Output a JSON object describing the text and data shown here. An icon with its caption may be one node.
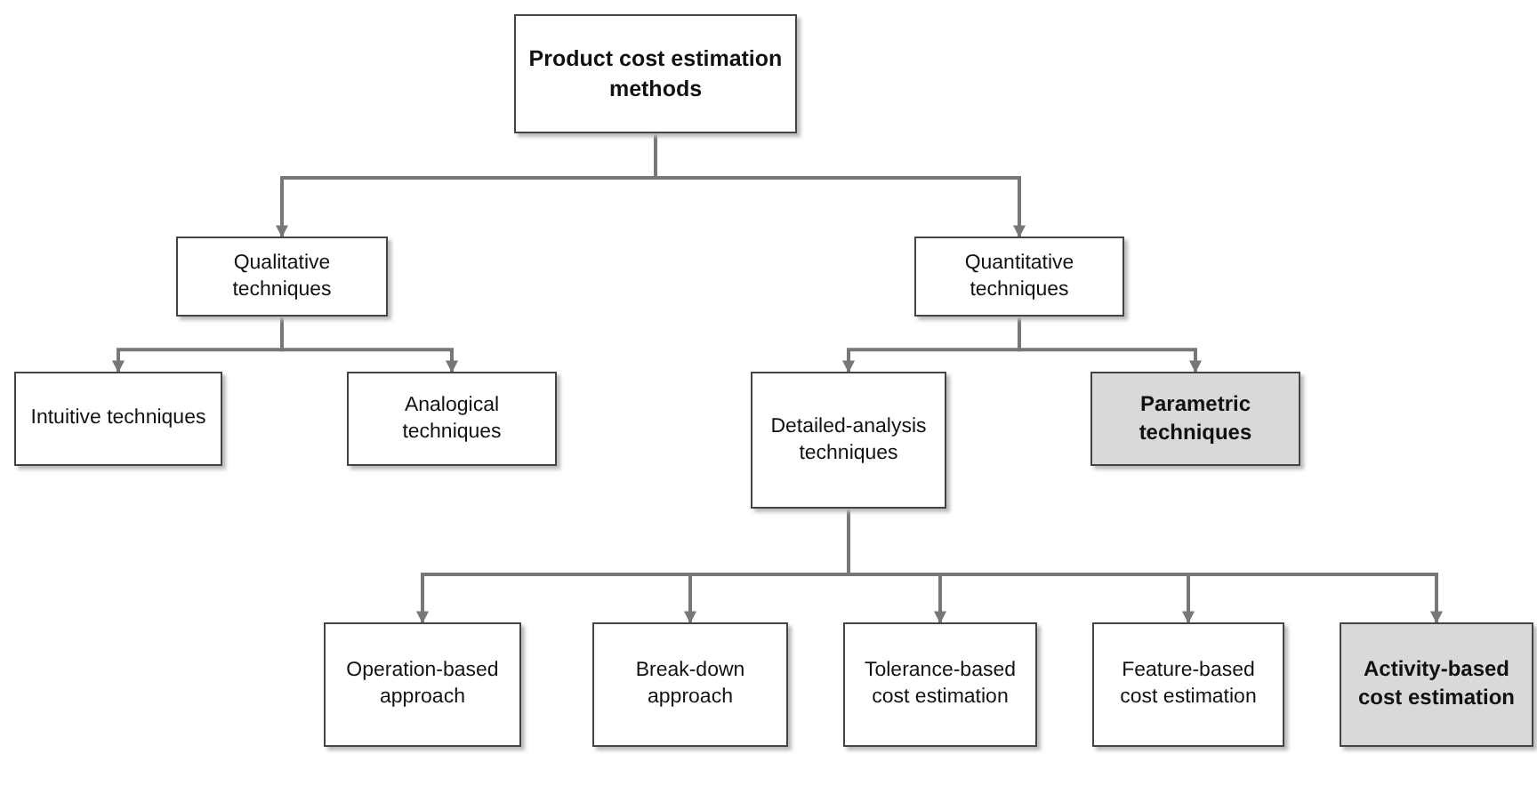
{
  "diagram": {
    "nodes": [
      {
        "text": [
          "Product cost estimation methods"
        ]
      },
      {
        "text": [
          "Qualitative techniques"
        ]
      },
      {
        "text": [
          "Quantitative techniques"
        ]
      },
      {
        "text": [
          "Intuitive techniques"
        ]
      },
      {
        "text": [
          "Analogical techniques"
        ]
      },
      {
        "text": [
          "Detailed-analysis techniques"
        ]
      },
      {
        "text": [
          "Parametric techniques"
        ]
      },
      {
        "text": [
          "Operation-based approach"
        ]
      },
      {
        "text": [
          "Break-down approach"
        ]
      },
      {
        "text": [
          "Tolerance-based cost estimation"
        ]
      },
      {
        "text": [
          "Feature-based cost estimation"
        ]
      },
      {
        "text": [
          "Activity-based cost estimation"
        ]
      }
    ],
    "edges": [
      {
        "from": 0,
        "to": 1,
        "arrow": "to"
      },
      {
        "from": 0,
        "to": 2,
        "arrow": "to"
      },
      {
        "from": 1,
        "to": 3,
        "arrow": "to"
      },
      {
        "from": 1,
        "to": 4,
        "arrow": "to"
      },
      {
        "from": 2,
        "to": 5,
        "arrow": "to"
      },
      {
        "from": 2,
        "to": 6,
        "arrow": "to"
      },
      {
        "from": 5,
        "to": 7,
        "arrow": "to"
      },
      {
        "from": 5,
        "to": 8,
        "arrow": "to"
      },
      {
        "from": 5,
        "to": 9,
        "arrow": "to"
      },
      {
        "from": 5,
        "to": 10,
        "arrow": "to"
      },
      {
        "from": 5,
        "to": 11,
        "arrow": "to"
      }
    ]
  }
}
